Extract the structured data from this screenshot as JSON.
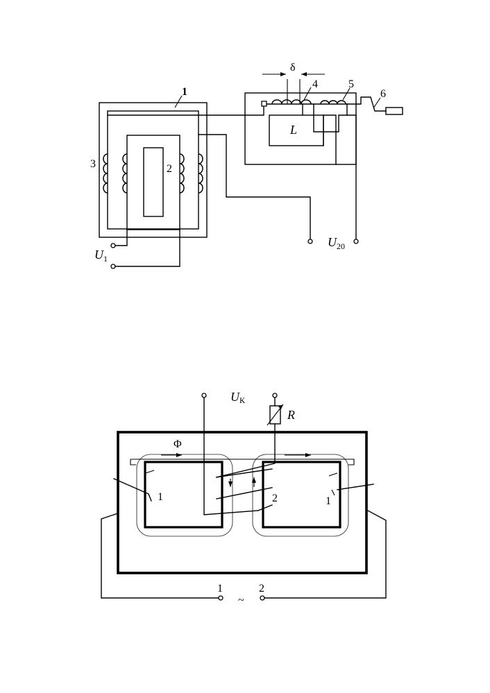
{
  "diagram_top": {
    "labels": {
      "core": "1",
      "secondary_coil": "2",
      "primary_coil": "3",
      "choke_coil": "4",
      "reg_coil": "5",
      "lever": "6",
      "gap": "δ",
      "inductance": "L",
      "input_voltage": "U",
      "input_voltage_sub": "1",
      "output_voltage": "U",
      "output_voltage_sub": "20"
    }
  },
  "diagram_bottom": {
    "labels": {
      "voltage": "U",
      "voltage_sub": "К",
      "resistor": "R",
      "flux": "Φ",
      "coil_left": "1",
      "coil_middle": "2",
      "coil_right": "1",
      "terminal_1": "1",
      "terminal_2": "2",
      "ac_symbol": "~"
    }
  }
}
